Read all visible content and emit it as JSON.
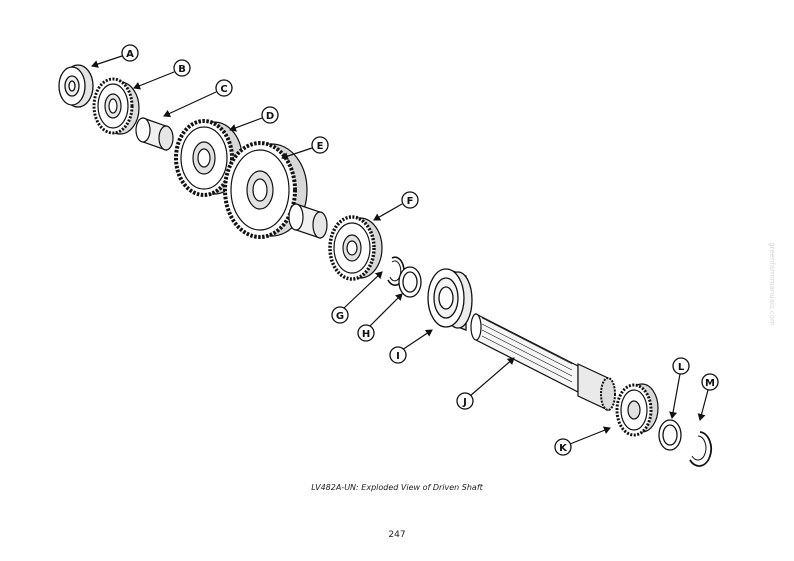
{
  "callouts": [
    "A",
    "B",
    "C",
    "D",
    "E",
    "F",
    "G",
    "H",
    "I",
    "J",
    "K",
    "L",
    "M"
  ],
  "caption": "LV482A-UN: Exploded View of Driven Shaft",
  "page_number": "247",
  "watermark": "greenfarmmanuals.com",
  "colors": {
    "ink": "#111111",
    "shade": "#cfcfcf",
    "watermark": "#d4d4d4"
  }
}
